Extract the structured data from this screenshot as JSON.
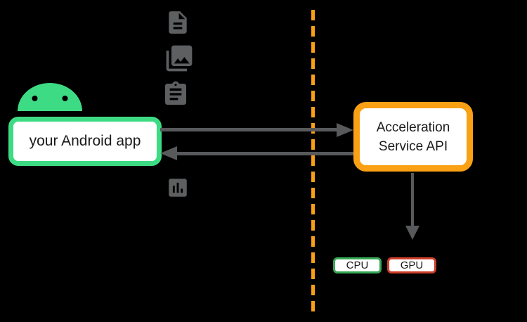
{
  "diagram": {
    "app_box": {
      "label": "your Android app"
    },
    "api_box": {
      "line1": "Acceleration",
      "line2": "Service API"
    },
    "hardware": {
      "cpu_label": "CPU",
      "gpu_label": "GPU"
    },
    "icons": [
      "android-robot-icon",
      "document-icon",
      "photo-library-icon",
      "clipboard-icon",
      "bar-chart-icon"
    ],
    "arrows": [
      "app-to-api",
      "api-to-app",
      "api-to-hardware"
    ]
  },
  "colors": {
    "background": "#000000",
    "android_green": "#3DDC84",
    "api_orange": "#F9A014",
    "divider_orange": "#F9A014",
    "cpu_green": "#34A853",
    "gpu_red": "#CF3E2A",
    "arrow_gray": "#58595B",
    "icon_gray": "#5E5F61",
    "text_black": "#1A1A1A"
  }
}
